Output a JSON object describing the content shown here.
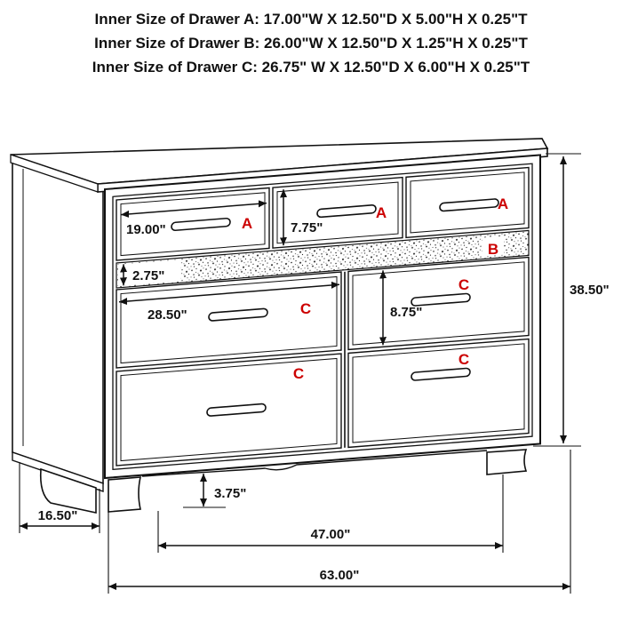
{
  "header": {
    "lines": [
      "Inner Size of Drawer A: 17.00\"W X 12.50\"D X 5.00\"H X 0.25\"T",
      "Inner Size of Drawer B: 26.00\"W X 12.50\"D X 1.25\"H X 0.25\"T",
      "Inner Size of Drawer C: 26.75\" W X 12.50\"D X 6.00\"H X 0.25\"T"
    ]
  },
  "diagram": {
    "type": "furniture-dimension-diagram",
    "item": "seven-drawer dresser with jewelry tray",
    "drawer_letters": {
      "a1": "A",
      "a2": "A",
      "a3": "A",
      "b": "B",
      "c_left_top": "C",
      "c_left_bottom": "C",
      "c_right_top": "C",
      "c_right_bottom": "C"
    },
    "dimensions": {
      "drawer_a_width": "19.00\"",
      "drawer_a_height": "7.75\"",
      "tray_b_height": "2.75\"",
      "drawer_c_width": "28.50\"",
      "drawer_c_height": "8.75\"",
      "overall_height": "38.50\"",
      "foot_height": "3.75\"",
      "base_depth": "16.50\"",
      "feet_span": "47.00\"",
      "overall_width": "63.00\""
    },
    "colors": {
      "letter_red": "#cc0000",
      "line": "#111111"
    }
  }
}
